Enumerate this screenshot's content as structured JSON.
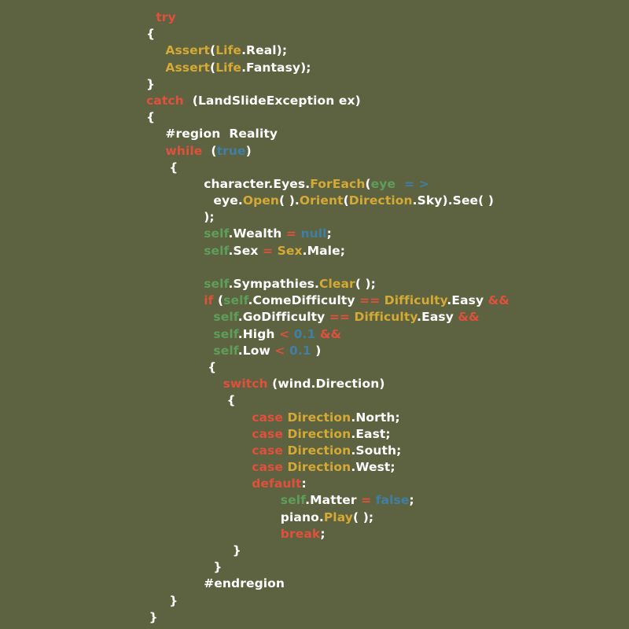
{
  "editor": {
    "background_color": "#5d6340",
    "syntax_colors": {
      "keyword": "#e0503c",
      "type": "#d4a935",
      "identifier_self": "#5f9e5a",
      "literal": "#3f7fa5",
      "operator": "#e0503c",
      "plain": "#ffffff"
    }
  },
  "code": {
    "language": "csharp",
    "lines": [
      {
        "indent": 1,
        "tokens": [
          {
            "t": "try",
            "c": "kw"
          }
        ]
      },
      {
        "indent": 0,
        "tokens": [
          {
            "t": "{",
            "c": "plain"
          }
        ]
      },
      {
        "indent": 2,
        "tokens": [
          {
            "t": "Assert",
            "c": "type"
          },
          {
            "t": "(",
            "c": "plain"
          },
          {
            "t": "Life",
            "c": "type"
          },
          {
            "t": ".Real);",
            "c": "plain"
          }
        ]
      },
      {
        "indent": 2,
        "tokens": [
          {
            "t": "Assert",
            "c": "type"
          },
          {
            "t": "(",
            "c": "plain"
          },
          {
            "t": "Life",
            "c": "type"
          },
          {
            "t": ".Fantasy);",
            "c": "plain"
          }
        ]
      },
      {
        "indent": 0,
        "tokens": [
          {
            "t": "}",
            "c": "plain"
          }
        ]
      },
      {
        "indent": 0,
        "tokens": [
          {
            "t": "catch",
            "c": "kw"
          },
          {
            "t": "  (LandSlideException ex)",
            "c": "plain"
          }
        ]
      },
      {
        "indent": 0,
        "tokens": [
          {
            "t": "{",
            "c": "plain"
          }
        ]
      },
      {
        "indent": 2,
        "tokens": [
          {
            "t": "#region  Reality",
            "c": "plain"
          }
        ]
      },
      {
        "indent": 2,
        "tokens": [
          {
            "t": "while",
            "c": "kw"
          },
          {
            "t": "  (",
            "c": "plain"
          },
          {
            "t": "true",
            "c": "lit"
          },
          {
            "t": ")",
            "c": "plain"
          }
        ]
      },
      {
        "indent": 2.4,
        "tokens": [
          {
            "t": "{",
            "c": "plain"
          }
        ]
      },
      {
        "indent": 6,
        "tokens": [
          {
            "t": "character.Eyes.",
            "c": "plain"
          },
          {
            "t": "ForEach",
            "c": "type"
          },
          {
            "t": "(",
            "c": "plain"
          },
          {
            "t": "eye",
            "c": "self"
          },
          {
            "t": "  ",
            "c": "plain"
          },
          {
            "t": "= >",
            "c": "lit"
          }
        ]
      },
      {
        "indent": 7,
        "tokens": [
          {
            "t": "eye.",
            "c": "plain"
          },
          {
            "t": "Open",
            "c": "type"
          },
          {
            "t": "( ).",
            "c": "plain"
          },
          {
            "t": "Orient",
            "c": "type"
          },
          {
            "t": "(",
            "c": "plain"
          },
          {
            "t": "Direction",
            "c": "type"
          },
          {
            "t": ".Sky).See( )",
            "c": "plain"
          }
        ]
      },
      {
        "indent": 6,
        "tokens": [
          {
            "t": ");",
            "c": "plain"
          }
        ]
      },
      {
        "indent": 6,
        "tokens": [
          {
            "t": "self",
            "c": "self"
          },
          {
            "t": ".Wealth ",
            "c": "plain"
          },
          {
            "t": "=",
            "c": "op"
          },
          {
            "t": " ",
            "c": "plain"
          },
          {
            "t": "null",
            "c": "lit"
          },
          {
            "t": ";",
            "c": "plain"
          }
        ]
      },
      {
        "indent": 6,
        "tokens": [
          {
            "t": "self",
            "c": "self"
          },
          {
            "t": ".Sex ",
            "c": "plain"
          },
          {
            "t": "=",
            "c": "op"
          },
          {
            "t": " ",
            "c": "plain"
          },
          {
            "t": "Sex",
            "c": "type"
          },
          {
            "t": ".Male;",
            "c": "plain"
          }
        ]
      },
      {
        "indent": 0,
        "tokens": []
      },
      {
        "indent": 6,
        "tokens": [
          {
            "t": "self",
            "c": "self"
          },
          {
            "t": ".Sympathies.",
            "c": "plain"
          },
          {
            "t": "Clear",
            "c": "type"
          },
          {
            "t": "( );",
            "c": "plain"
          }
        ]
      },
      {
        "indent": 6,
        "tokens": [
          {
            "t": "if",
            "c": "kw"
          },
          {
            "t": " (",
            "c": "plain"
          },
          {
            "t": "self",
            "c": "self"
          },
          {
            "t": ".ComeDifficulty ",
            "c": "plain"
          },
          {
            "t": "==",
            "c": "op"
          },
          {
            "t": " ",
            "c": "plain"
          },
          {
            "t": "Difficulty",
            "c": "type"
          },
          {
            "t": ".Easy ",
            "c": "plain"
          },
          {
            "t": "&&",
            "c": "op"
          }
        ]
      },
      {
        "indent": 7,
        "tokens": [
          {
            "t": "self",
            "c": "self"
          },
          {
            "t": ".GoDifficulty ",
            "c": "plain"
          },
          {
            "t": "==",
            "c": "op"
          },
          {
            "t": " ",
            "c": "plain"
          },
          {
            "t": "Difficulty",
            "c": "type"
          },
          {
            "t": ".Easy ",
            "c": "plain"
          },
          {
            "t": "&&",
            "c": "op"
          }
        ]
      },
      {
        "indent": 7,
        "tokens": [
          {
            "t": "self",
            "c": "self"
          },
          {
            "t": ".High ",
            "c": "plain"
          },
          {
            "t": "<",
            "c": "op"
          },
          {
            "t": " ",
            "c": "plain"
          },
          {
            "t": "0.1",
            "c": "lit"
          },
          {
            "t": " ",
            "c": "plain"
          },
          {
            "t": "&&",
            "c": "op"
          }
        ]
      },
      {
        "indent": 7,
        "tokens": [
          {
            "t": "self",
            "c": "self"
          },
          {
            "t": ".Low ",
            "c": "plain"
          },
          {
            "t": "<",
            "c": "op"
          },
          {
            "t": " ",
            "c": "plain"
          },
          {
            "t": "0.1",
            "c": "lit"
          },
          {
            "t": " )",
            "c": "plain"
          }
        ]
      },
      {
        "indent": 6.4,
        "tokens": [
          {
            "t": "{",
            "c": "plain"
          }
        ]
      },
      {
        "indent": 8,
        "tokens": [
          {
            "t": "switch",
            "c": "kw"
          },
          {
            "t": " (wind.Direction)",
            "c": "plain"
          }
        ]
      },
      {
        "indent": 8.4,
        "tokens": [
          {
            "t": "{",
            "c": "plain"
          }
        ]
      },
      {
        "indent": 11,
        "tokens": [
          {
            "t": "case",
            "c": "kw"
          },
          {
            "t": " ",
            "c": "plain"
          },
          {
            "t": "Direction",
            "c": "type"
          },
          {
            "t": ".North;",
            "c": "plain"
          }
        ]
      },
      {
        "indent": 11,
        "tokens": [
          {
            "t": "case",
            "c": "kw"
          },
          {
            "t": " ",
            "c": "plain"
          },
          {
            "t": "Direction",
            "c": "type"
          },
          {
            "t": ".East;",
            "c": "plain"
          }
        ]
      },
      {
        "indent": 11,
        "tokens": [
          {
            "t": "case",
            "c": "kw"
          },
          {
            "t": " ",
            "c": "plain"
          },
          {
            "t": "Direction",
            "c": "type"
          },
          {
            "t": ".South;",
            "c": "plain"
          }
        ]
      },
      {
        "indent": 11,
        "tokens": [
          {
            "t": "case",
            "c": "kw"
          },
          {
            "t": " ",
            "c": "plain"
          },
          {
            "t": "Direction",
            "c": "type"
          },
          {
            "t": ".West;",
            "c": "plain"
          }
        ]
      },
      {
        "indent": 11,
        "tokens": [
          {
            "t": "default",
            "c": "kw"
          },
          {
            "t": ":",
            "c": "plain"
          }
        ]
      },
      {
        "indent": 14,
        "tokens": [
          {
            "t": "self",
            "c": "self"
          },
          {
            "t": ".Matter ",
            "c": "plain"
          },
          {
            "t": "=",
            "c": "op"
          },
          {
            "t": " ",
            "c": "plain"
          },
          {
            "t": "false",
            "c": "lit"
          },
          {
            "t": ";",
            "c": "plain"
          }
        ]
      },
      {
        "indent": 14,
        "tokens": [
          {
            "t": "piano.",
            "c": "plain"
          },
          {
            "t": "Play",
            "c": "type"
          },
          {
            "t": "( );",
            "c": "plain"
          }
        ]
      },
      {
        "indent": 14,
        "tokens": [
          {
            "t": "break",
            "c": "kw"
          },
          {
            "t": ";",
            "c": "plain"
          }
        ]
      },
      {
        "indent": 9,
        "tokens": [
          {
            "t": "}",
            "c": "plain"
          }
        ]
      },
      {
        "indent": 7,
        "tokens": [
          {
            "t": "}",
            "c": "plain"
          }
        ]
      },
      {
        "indent": 6,
        "tokens": [
          {
            "t": "#endregion",
            "c": "plain"
          }
        ]
      },
      {
        "indent": 2.4,
        "tokens": [
          {
            "t": "}",
            "c": "plain"
          }
        ]
      },
      {
        "indent": 0.3,
        "tokens": [
          {
            "t": "}",
            "c": "plain"
          }
        ]
      }
    ]
  }
}
